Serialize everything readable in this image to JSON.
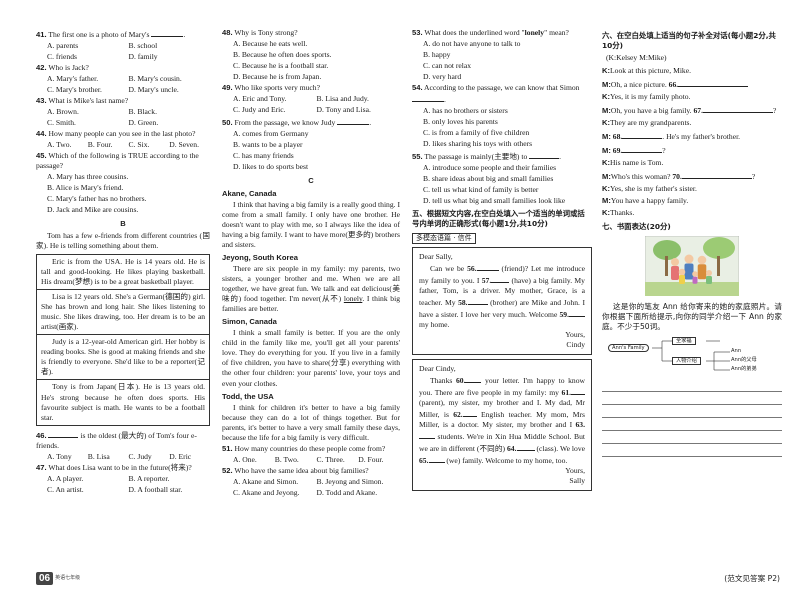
{
  "col1": {
    "q41": {
      "num": "41.",
      "text": "The first one is a photo of Mary's",
      "end": ".",
      "options": [
        "A. parents",
        "B. school",
        "C. friends",
        "D. family"
      ]
    },
    "q42": {
      "num": "42.",
      "text": "Who is Jack?",
      "options": [
        "A. Mary's father.",
        "B. Mary's cousin.",
        "C. Mary's brother.",
        "D. Mary's uncle."
      ]
    },
    "q43": {
      "num": "43.",
      "text": "What is Mike's last name?",
      "options": [
        "A. Brown.",
        "B. Black.",
        "C. Smith.",
        "D. Green."
      ]
    },
    "q44": {
      "num": "44.",
      "text": "How many people can you see in the last photo?",
      "options": [
        "A. Two.",
        "B. Four.",
        "C. Six.",
        "D. Seven."
      ]
    },
    "q45": {
      "num": "45.",
      "text": "Which of the following is TRUE according to the passage?",
      "options": [
        "A. Mary has three cousins.",
        "B. Alice is Mary's friend.",
        "C. Mary's father has no brothers.",
        "D. Jack and Mike are cousins."
      ]
    },
    "section_b": "B",
    "intro": "Tom has a few e-friends from different countries (国家). He is telling something about them.",
    "box1": "Eric is from the USA. He is 14 years old. He is tall and good-looking. He likes playing basketball. His dream(梦想) is to be a great basketball player.",
    "box2": "Lisa is 12 years old. She's a German(德国的) girl. She has brown and long hair. She likes listening to music. She likes drawing, too. Her dream is to be an artist(画家).",
    "box3": "Judy is a 12-year-old American girl. Her hobby is reading books. She is good at making friends and she is friendly to everyone. She'd like to be a reporter(记者).",
    "box4": "Tony is from Japan(日本). He is 13 years old. He's strong because he often does sports. His favourite subject is math. He wants to be a football star.",
    "q46": {
      "num": "46.",
      "text": "is the oldest (最大的) of Tom's four e-friends.",
      "options": [
        "A. Tony",
        "B. Lisa",
        "C. Judy",
        "D. Eric"
      ]
    },
    "q47": {
      "num": "47.",
      "text": "What does Lisa want to be in the future(将来)?",
      "options": [
        "A. A player.",
        "B. A reporter.",
        "C. An artist.",
        "D. A football star."
      ]
    }
  },
  "col2": {
    "q48": {
      "num": "48.",
      "text": "Why is Tony strong?",
      "options": [
        "A. Because he eats well.",
        "B. Because he often does sports.",
        "C. Because he is a football star.",
        "D. Because he is from Japan."
      ]
    },
    "q49": {
      "num": "49.",
      "text": "Who like sports very much?",
      "options": [
        "A. Eric and Tony.",
        "B. Lisa and Judy.",
        "C. Judy and Eric.",
        "D. Tony and Lisa."
      ]
    },
    "q50": {
      "num": "50.",
      "text": "From the passage, we know Judy",
      "end": ".",
      "options": [
        "A. comes from Germany",
        "B. wants to be a player",
        "C. has many friends",
        "D. likes to do sports best"
      ]
    },
    "section_c": "C",
    "writer1": "Akane, Canada",
    "p1": "I think that having a big family is a really good thing. I come from a small family. I only have one brother. He doesn't want to play with me, so I always like the idea of having a big family. I want to have more(更多的) brothers and sisters.",
    "writer2": "Jeyong, South Korea",
    "p2a": "There are six people in my family: my parents, two sisters, a younger brother and me. When we are all together, we have great fun. We talk and eat delicious(美味的) food together. I'm never(从不)",
    "p2_ul": "lonely",
    "p2b": ". I think big families are better.",
    "writer3": "Simon, Canada",
    "p3": "I think a small family is better. If you are the only child in the family like me, you'll get all your parents' love. They do everything for you. If you live in a family of five children, you have to share(分享) everything with the other four children: your parents' love, your toys and even your clothes.",
    "writer4": "Todd, the USA",
    "p4": "I think for children it's better to have a big family because they can do a lot of things together. But for parents, it's better to have a very small family these days, because the life for a big family is very difficult.",
    "q51": {
      "num": "51.",
      "text": "How many countries do these people come from?",
      "options": [
        "A. One.",
        "B. Two.",
        "C. Three.",
        "D. Four."
      ]
    },
    "q52": {
      "num": "52.",
      "text": "Who have the same idea about big families?",
      "options": [
        "A. Akane and Simon.",
        "B. Jeyong and Simon.",
        "C. Akane and Jeyong.",
        "D. Todd and Akane."
      ]
    }
  },
  "col3": {
    "q53": {
      "num": "53.",
      "text_a": "What does the underlined word \"",
      "word": "lonely",
      "text_b": "\" mean?",
      "options": [
        "A. do not have anyone to talk to",
        "B. happy",
        "C. can not relax",
        "D. very hard"
      ]
    },
    "q54": {
      "num": "54.",
      "text": "According to the passage, we can know that Simon",
      "end": ".",
      "options": [
        "A. has no brothers or sisters",
        "B. only loves his parents",
        "C. is from a family of five children",
        "D. likes sharing his toys with others"
      ]
    },
    "q55": {
      "num": "55.",
      "text": "The passage is mainly(主要地) to",
      "end": ".",
      "options": [
        "A. introduce some people and their families",
        "B. share ideas about big and small families",
        "C. tell us what kind of family is better",
        "D. tell us what big and small families look like"
      ]
    },
    "section5": "五、根据短文内容,在空白处填入一个适当的单词或括号内单词的正确形式(每小题1分,共10分)",
    "tag": "多模态语篇 · 信件",
    "l1_greet": "Dear Sally,",
    "l1_a": "Can we be",
    "l1_56n": "56.",
    "l1_56h": "(friend)? Let me introduce my family to you. I",
    "l1_57n": "57.",
    "l1_57h": "(have) a big family. My father, Tom, is a driver. My mother, Grace, is a teacher. My",
    "l1_58n": "58.",
    "l1_58h": "(brother) are Mike and John. I have a sister. I love her very much. Welcome",
    "l1_59n": "59.",
    "l1_59h": "my home.",
    "l1_sign1": "Yours,",
    "l1_sign2": "Cindy",
    "l2_greet": "Dear Cindy,",
    "l2_a": "Thanks",
    "l2_60n": "60.",
    "l2_60h": "your letter. I'm happy to know you. There are five people in my family: my",
    "l2_61n": "61.",
    "l2_61h": "(parent), my sister, my brother and I. My dad, Mr Miller, is",
    "l2_62n": "62.",
    "l2_62h": "English teacher. My mom, Mrs Miller, is a doctor. My sister, my brother and I",
    "l2_63n": "63.",
    "l2_63h": "students. We're in Xin Hua Middle School. But we are in different (不同的)",
    "l2_64n": "64.",
    "l2_64h": "(class). We love",
    "l2_65n": "65.",
    "l2_65h": "(we) family. Welcome to my home, too.",
    "l2_sign1": "Yours,",
    "l2_sign2": "Sally"
  },
  "col4": {
    "section6": "六、在空白处填上适当的句子补全对话(每小题2分,共10分)",
    "roles": "(K:Kelsey  M:Mike)",
    "d": [
      {
        "sp": "K:",
        "text": "Look at this picture, Mike."
      },
      {
        "sp": "M:",
        "text": "Oh, a nice picture.",
        "num": "66."
      },
      {
        "sp": "K:",
        "text": "Yes, it is my family photo."
      },
      {
        "sp": "M:",
        "text": "Oh, you have a big family.",
        "num": "67.",
        "end": "?"
      },
      {
        "sp": "K:",
        "text": "They are my grandparents."
      },
      {
        "sp": "M:",
        "text": "",
        "num": "68.",
        "end": ". He's my father's brother."
      },
      {
        "sp": "M:",
        "text": "",
        "num": "69.",
        "end": "?"
      },
      {
        "sp": "K:",
        "text": "His name is Tom."
      },
      {
        "sp": "M:",
        "text": "Who's this woman?",
        "num": "70.",
        "end": "?"
      },
      {
        "sp": "K:",
        "text": "Yes, she is my father's sister."
      },
      {
        "sp": "M:",
        "text": "You have a happy family."
      },
      {
        "sp": "K:",
        "text": "Thanks."
      }
    ],
    "section7": "七、书面表达(20分)",
    "prompt": "这是你的笔友 Ann 给你寄来的她的家庭照片。请你根据下面所给提示,向你的同学介绍一下 Ann 的家庭。不少于50词。",
    "map_root": "Ann's Family",
    "map_n1": "全家福",
    "map_n2": "人物介绍",
    "map_l1": "Ann",
    "map_l2": "Ann的父母",
    "map_l3": "Ann的弟弟"
  },
  "footer": {
    "page_num": "06",
    "logo_text": "英语七年级",
    "answer_key": "(范文见答案 P2)"
  }
}
